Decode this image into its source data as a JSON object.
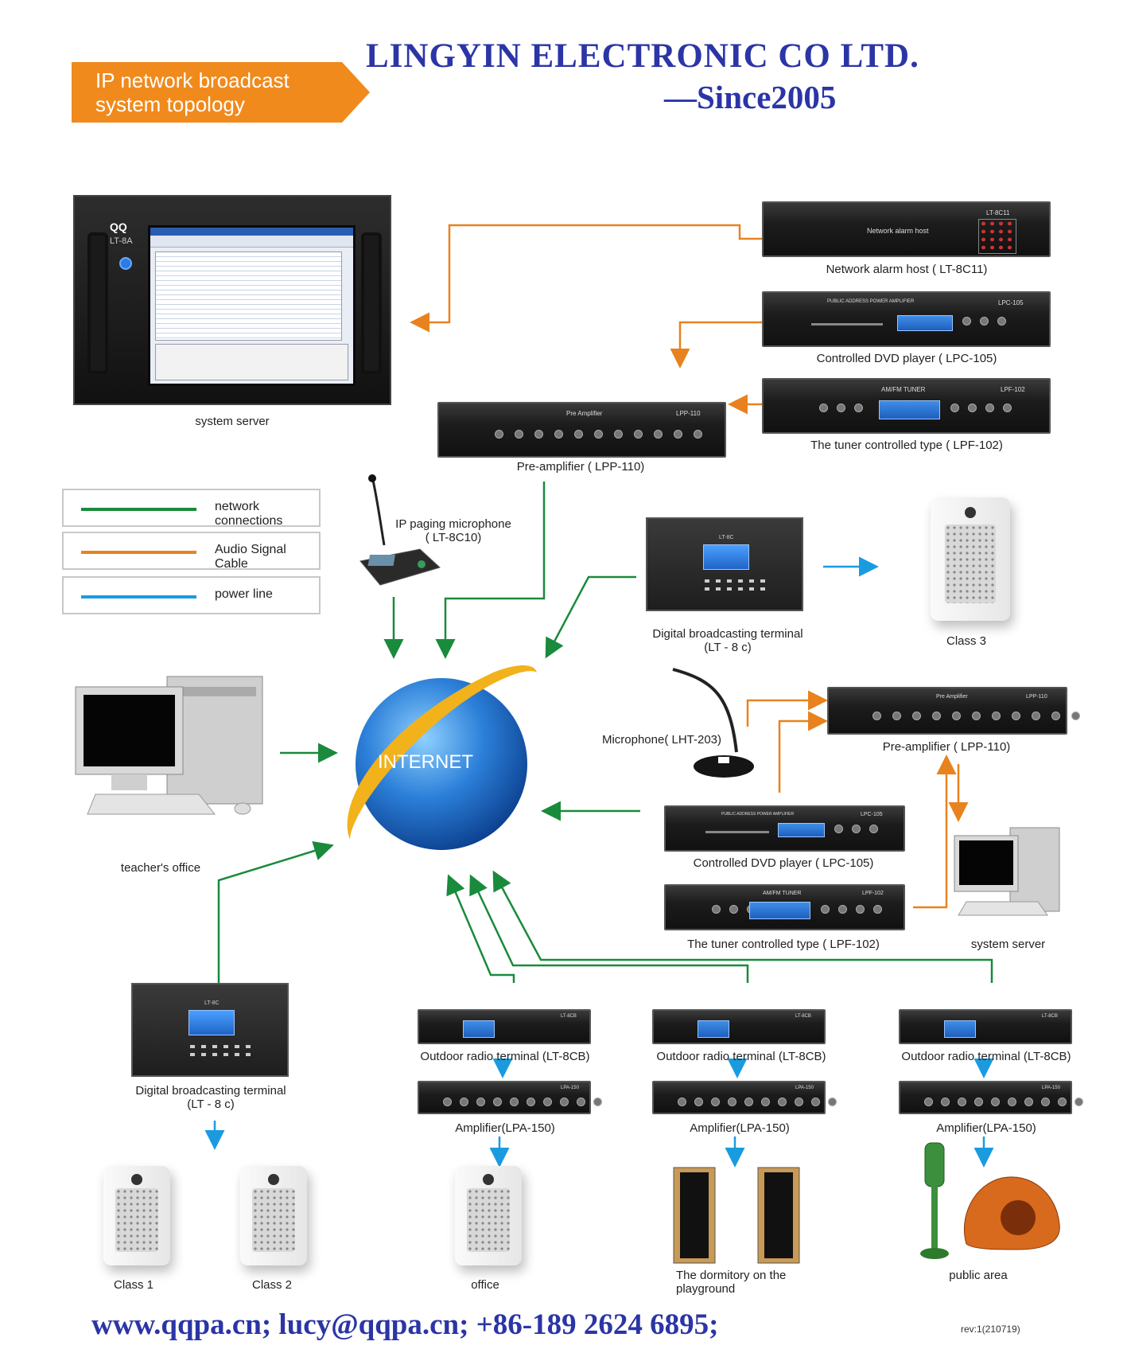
{
  "header": {
    "company": "LINGYIN ELECTRONIC CO LTD.",
    "since": "—Since2005",
    "banner": "IP network broadcast system topology"
  },
  "legend": [
    {
      "label": "network connections",
      "color": "#1a8a3c"
    },
    {
      "label": "Audio Signal Cable",
      "color": "#e8821e"
    },
    {
      "label": "power line",
      "color": "#1a9be0"
    }
  ],
  "devices": {
    "system_server_main": {
      "label": "system server",
      "brand": "QQ",
      "model": "LT-8A"
    },
    "alarm_host": {
      "label": "Network alarm host ( LT-8C11)",
      "panel": "Network alarm host",
      "model": "LT-8C11"
    },
    "dvd_top": {
      "label": "Controlled DVD player ( LPC-105)",
      "model": "LPC-105",
      "panel": "PUBLIC ADDRESS POWER AMPLIFIER"
    },
    "tuner_top": {
      "label": "The tuner controlled type ( LPF-102)",
      "model": "LPF-102",
      "panel": "AM/FM TUNER"
    },
    "preamp_top": {
      "label": "Pre-amplifier ( LPP-110)",
      "model": "LPP-110",
      "panel": "Pre Amplifier"
    },
    "ip_mic": {
      "label": "IP paging microphone",
      "sublabel": "( LT-8C10)"
    },
    "dbt_mid": {
      "label": "Digital broadcasting terminal",
      "sublabel": "(LT - 8 c)",
      "model": "LT-8C"
    },
    "class3": {
      "label": "Class 3"
    },
    "internet": {
      "label": "INTERNET"
    },
    "teacher": {
      "label": "teacher's office"
    },
    "mic_lht": {
      "label": "Microphone( LHT-203)"
    },
    "preamp_right": {
      "label": "Pre-amplifier ( LPP-110)",
      "model": "LPP-110",
      "panel": "Pre Amplifier"
    },
    "dvd_right": {
      "label": "Controlled DVD player ( LPC-105)",
      "model": "LPC-105",
      "panel": "PUBLIC ADDRESS POWER AMPLIFIER"
    },
    "tuner_right": {
      "label": "The tuner controlled type ( LPF-102)",
      "model": "LPF-102",
      "panel": "AM/FM TUNER"
    },
    "server_right": {
      "label": "system server"
    },
    "dbt_bottom": {
      "label": "Digital broadcasting terminal",
      "sublabel": "(LT - 8 c)",
      "model": "LT-8C"
    },
    "class1": {
      "label": "Class 1"
    },
    "class2": {
      "label": "Class 2"
    },
    "outdoor": [
      {
        "label": "Outdoor radio terminal (LT-8CB)",
        "model": "LT-8CB"
      },
      {
        "label": "Outdoor radio terminal (LT-8CB)",
        "model": "LT-8CB"
      },
      {
        "label": "Outdoor radio terminal (LT-8CB)",
        "model": "LT-8CB"
      }
    ],
    "amplifier": [
      {
        "label": "Amplifier(LPA-150)",
        "model": "LPA-150"
      },
      {
        "label": "Amplifier(LPA-150)",
        "model": "LPA-150"
      },
      {
        "label": "Amplifier(LPA-150)",
        "model": "LPA-150"
      }
    ],
    "office": {
      "label": "office"
    },
    "dormitory": {
      "label": "The dormitory on the playground"
    },
    "public_area": {
      "label": "public area"
    }
  },
  "footer": {
    "contact": "www.qqpa.cn; lucy@qqpa.cn; +86-189 2624 6895;",
    "rev": "rev:1(210719)"
  },
  "colors": {
    "network": "#1a8a3c",
    "audio": "#e8821e",
    "power": "#1a9be0",
    "title": "#2b35a6",
    "banner": "#f08a1c"
  }
}
